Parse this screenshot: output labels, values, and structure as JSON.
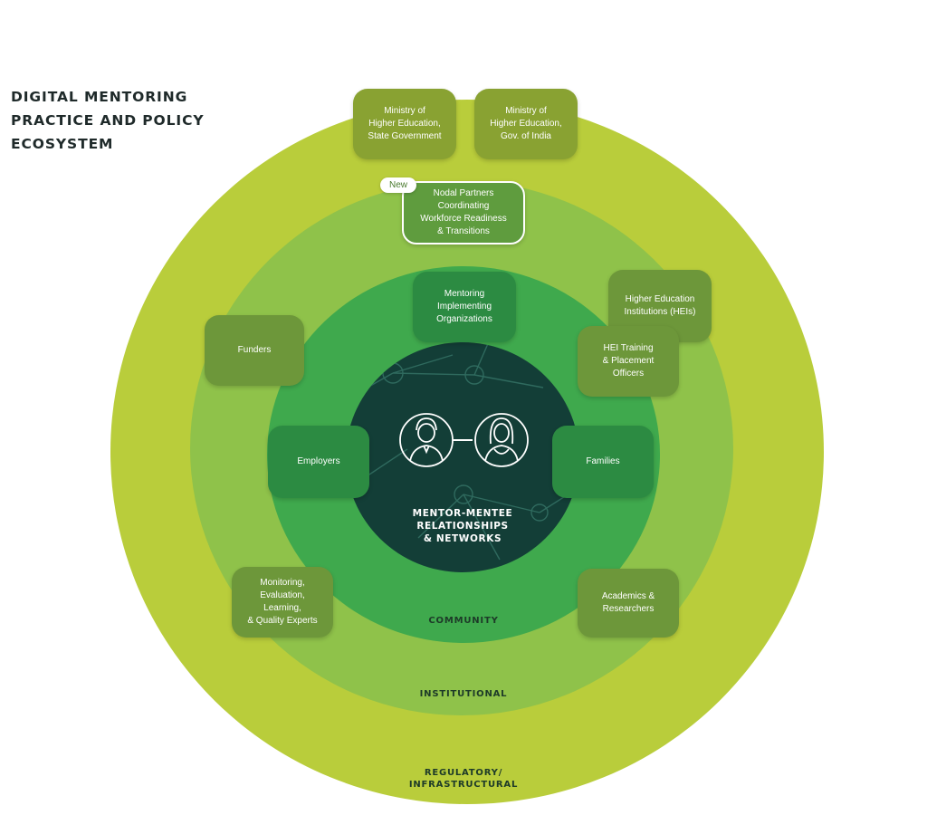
{
  "title_lines": [
    "DIGITAL MENTORING",
    "PRACTICE AND POLICY",
    "ECOSYSTEM"
  ],
  "colors": {
    "regulatory_ring": "#b9cd3b",
    "institutional_ring": "#8fc24a",
    "community_ring": "#3fa94d",
    "core": "#133e37"
  },
  "core": {
    "label_lines": [
      "MENTOR-MENTEE",
      "RELATIONSHIPS",
      "& NETWORKS"
    ],
    "icons": [
      "mentor-avatar-icon",
      "mentee-avatar-icon"
    ]
  },
  "rings": {
    "community": "COMMUNITY",
    "institutional": "INSTITUTIONAL",
    "regulatory_lines": [
      "REGULATORY/",
      "INFRASTRUCTURAL"
    ]
  },
  "badge_new": "New",
  "stakeholders": {
    "ministry_state": [
      "Ministry of",
      "Higher Education,",
      "State Government"
    ],
    "ministry_india": [
      "Ministry of",
      "Higher Education,",
      "Gov. of India"
    ],
    "nodal_partners": [
      "Nodal Partners",
      "Coordinating",
      "Workforce Readiness",
      "& Transitions"
    ],
    "mentoring_orgs": [
      "Mentoring",
      "Implementing",
      "Organizations"
    ],
    "heis": [
      "Higher Education",
      "Institutions (HEIs)"
    ],
    "hei_officers": [
      "HEI Training",
      "& Placement",
      "Officers"
    ],
    "funders": [
      "Funders"
    ],
    "employers": [
      "Employers"
    ],
    "families": [
      "Families"
    ],
    "mel_experts": [
      "Monitoring,",
      "Evaluation,",
      "Learning,",
      "& Quality Experts"
    ],
    "academics": [
      "Academics &",
      "Researchers"
    ]
  }
}
